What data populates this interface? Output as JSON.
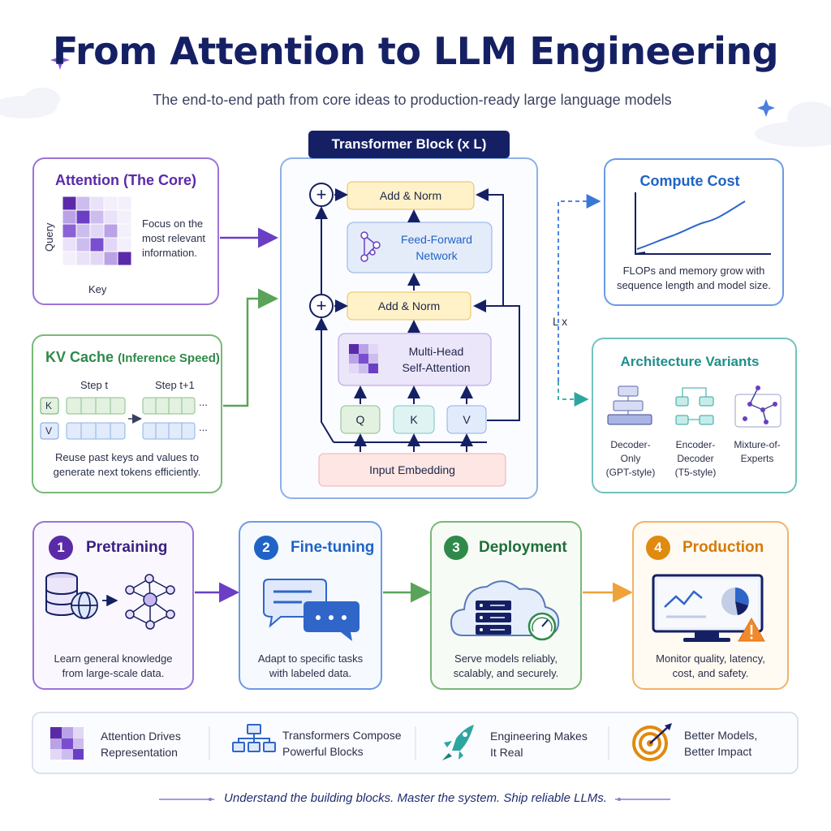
{
  "header": {
    "title": "From Attention to LLM Engineering",
    "subtitle": "The end-to-end path from core ideas to production-ready large language models"
  },
  "attention": {
    "title": "Attention (The Core)",
    "axis_y": "Query",
    "axis_x": "Key",
    "desc_lines": [
      "Focus on the",
      "most relevant",
      "information."
    ]
  },
  "kv_cache": {
    "title": "KV Cache",
    "title_suffix": "(Inference Speed)",
    "step_t": "Step t",
    "step_t1": "Step t+1",
    "k_label": "K",
    "v_label": "V",
    "ellipsis": "...",
    "desc_lines": [
      "Reuse past keys and values to",
      "generate next tokens efficiently."
    ]
  },
  "transformer": {
    "header": "Transformer Block (x L)",
    "add_norm_top": "Add & Norm",
    "ffn_lines": [
      "Feed-Forward",
      "Network"
    ],
    "add_norm_bottom": "Add & Norm",
    "mha_lines": [
      "Multi-Head",
      "Self-Attention"
    ],
    "q": "Q",
    "k": "K",
    "v": "V",
    "input": "Input Embedding",
    "plus": "+",
    "repeat_label": "L x"
  },
  "compute": {
    "title": "Compute Cost",
    "desc_lines": [
      "FLOPs and memory grow with",
      "sequence length and model size."
    ]
  },
  "variants": {
    "title": "Architecture Variants",
    "items": [
      {
        "lines": [
          "Decoder-Only",
          "(GPT-style)"
        ]
      },
      {
        "lines": [
          "Encoder-Decoder",
          "(T5-style)"
        ]
      },
      {
        "lines": [
          "Mixture-of-",
          "Experts"
        ]
      }
    ]
  },
  "steps": [
    {
      "num": "1",
      "title": "Pretraining",
      "desc_lines": [
        "Learn general knowledge",
        "from large-scale data."
      ],
      "color": "#5b2aa8"
    },
    {
      "num": "2",
      "title": "Fine-tuning",
      "desc_lines": [
        "Adapt to specific tasks",
        "with labeled data."
      ],
      "color": "#1f63c6"
    },
    {
      "num": "3",
      "title": "Deployment",
      "desc_lines": [
        "Serve models reliably,",
        "scalably, and securely."
      ],
      "color": "#2f8a4a"
    },
    {
      "num": "4",
      "title": "Production",
      "desc_lines": [
        "Monitor quality, latency,",
        "cost, and safety."
      ],
      "color": "#e08a10"
    }
  ],
  "principles": [
    {
      "lines": [
        "Attention Drives",
        "Representation"
      ],
      "icon": "attention-grid-icon"
    },
    {
      "lines": [
        "Transformers Compose",
        "Powerful Blocks"
      ],
      "icon": "blocks-icon"
    },
    {
      "lines": [
        "Engineering Makes",
        "It Real"
      ],
      "icon": "rocket-icon"
    },
    {
      "lines": [
        "Better Models,",
        "Better Impact"
      ],
      "icon": "target-icon"
    }
  ],
  "footer": "Understand the building blocks. Master the system. Ship reliable LLMs.",
  "colors": {
    "purple": "#6a3fc4",
    "green": "#5aa35a",
    "blue": "#3a78d8",
    "teal": "#2ea6a0",
    "orange": "#f0a23a",
    "navy": "#152064"
  }
}
